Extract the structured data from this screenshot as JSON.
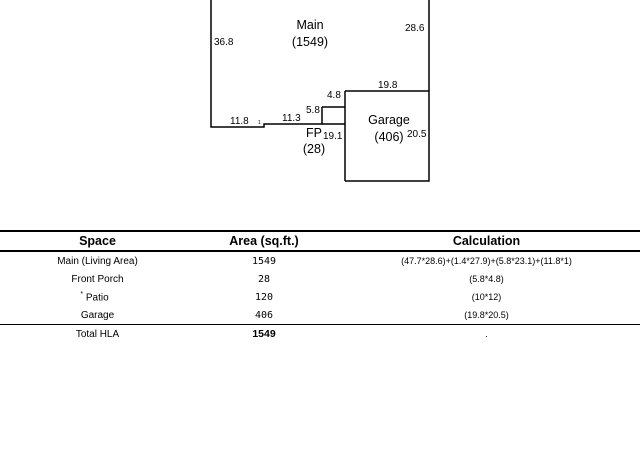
{
  "sketch": {
    "rooms": {
      "main": {
        "name": "Main",
        "area": "(1549)"
      },
      "garage": {
        "name": "Garage",
        "area": "(406)"
      },
      "porch": {
        "name": "FP",
        "area": "(28)"
      }
    },
    "dimensions": {
      "main_left": "36.8",
      "main_right": "28.6",
      "bottom_left": "11.8",
      "step": "1",
      "bottom_mid": "11.3",
      "porch_side": "5.8",
      "porch_top": "4.8",
      "garage_top": "19.8",
      "garage_right": "20.5",
      "porch_bottom": "19.1"
    }
  },
  "table": {
    "headers": {
      "space": "Space",
      "area": "Area (sq.ft.)",
      "calculation": "Calculation"
    },
    "rows": [
      {
        "space": "Main (Living Area)",
        "area": "1549",
        "calculation": "(47.7*28.6)+(1.4*27.9)+(5.8*23.1)+(11.8*1)"
      },
      {
        "space": "Front Porch",
        "area": "28",
        "calculation": "(5.8*4.8)"
      },
      {
        "space": "Patio",
        "mark": "*",
        "area": "120",
        "calculation": "(10*12)"
      },
      {
        "space": "Garage",
        "area": "406",
        "calculation": "(19.8*20.5)"
      }
    ],
    "total": {
      "space": "Total HLA",
      "area": "1549",
      "calculation": "."
    }
  }
}
